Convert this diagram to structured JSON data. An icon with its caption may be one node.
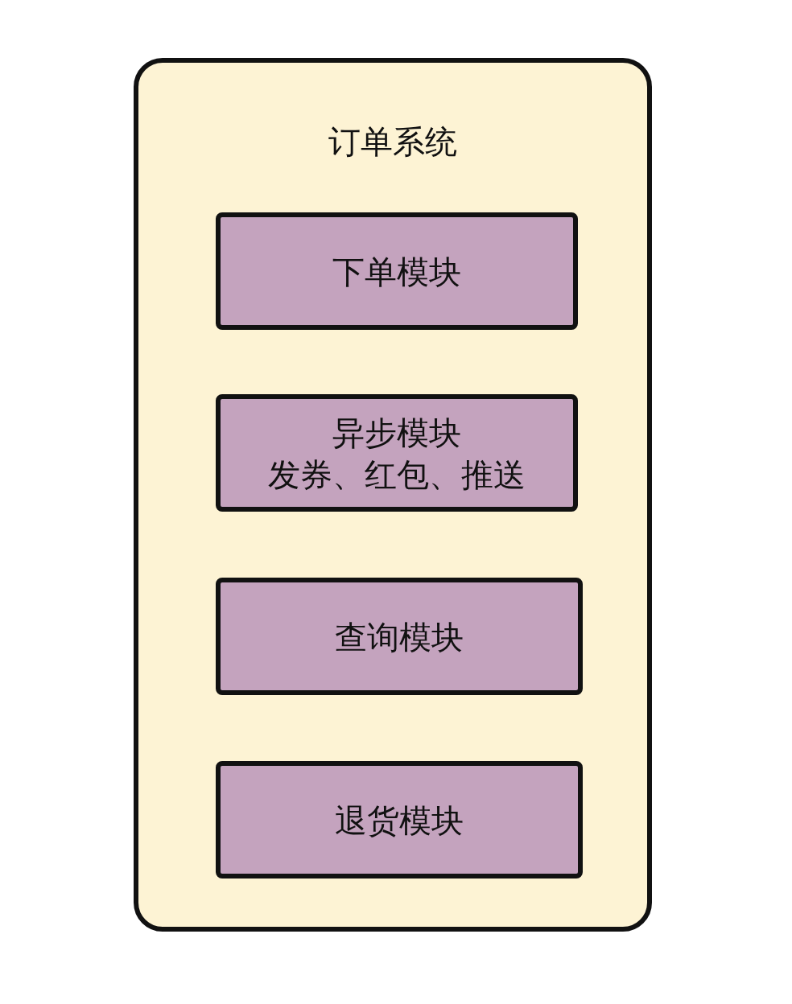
{
  "diagram": {
    "nodes": [
      {
        "text": [
          "订单系统"
        ]
      },
      {
        "text": [
          "下单模块"
        ],
        "in": 0
      },
      {
        "text": [
          "异步模块",
          "发券、红包、推送"
        ],
        "in": 0
      },
      {
        "text": [
          "查询模块"
        ],
        "in": 0
      },
      {
        "text": [
          "退货模块"
        ],
        "in": 0
      }
    ]
  }
}
